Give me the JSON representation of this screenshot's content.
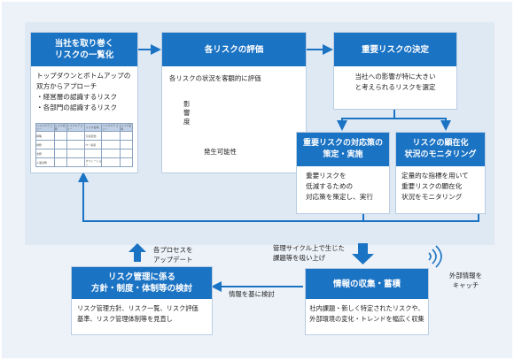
{
  "boxes": {
    "overview": {
      "title_line1": "当社を取り巻く",
      "title_line2": "リスクの一覧化",
      "body": [
        "トップダウンとボトムアップの",
        "双方からアプローチ",
        "・経営層の認識するリスク",
        "・各部門の認識するリスク"
      ]
    },
    "evaluation": {
      "title": "各リスクの評価",
      "body": "各リスクの状況を客観的に評価",
      "ylabel": [
        "影",
        "響",
        "度"
      ],
      "xlabel": "発生可能性"
    },
    "decision": {
      "title": "重要リスクの決定",
      "body": [
        "当社への影響が特に大きい",
        "と考えられるリスクを選定"
      ]
    },
    "countermeasure": {
      "title_line1": "重要リスクの対応策の",
      "title_line2": "策定・実施",
      "body": [
        "重要リスクを",
        "低減するための",
        "対応策を策定し、実行"
      ]
    },
    "monitoring": {
      "title_line1": "リスクの顕在化",
      "title_line2": "状況のモニタリング",
      "body": [
        "定量的な指標を用いて",
        "重要リスクの顕在化",
        "状況をモニタリング"
      ]
    },
    "policy": {
      "title_line1": "リスク管理に係る",
      "title_line2": "方針・制度・体制等の検討",
      "body": [
        "リスク管理方針、リスク一覧、リスク評価",
        "基準、リスク管理体制等を見直し"
      ]
    },
    "collection": {
      "title": "情報の収集・蓄積",
      "body": [
        "社内課題・新しく特定されたリスクや、",
        "外部環境の変化・トレンドを幅広く収集"
      ]
    }
  },
  "mini_table": {
    "headers": [
      "リスクカテゴリー",
      "リスク名称",
      "リスクカテゴリー",
      "リスク名称",
      "リスクカテゴリー",
      "リスク名称"
    ],
    "rows": [
      [
        "戦略",
        "",
        "",
        "気候変動",
        "",
        ""
      ],
      [
        "財務",
        "",
        "",
        "IT・情報",
        "",
        ""
      ],
      [
        "法務",
        "",
        "",
        "",
        "",
        ""
      ],
      [
        "人事労務",
        "",
        "",
        "オペレーション",
        "",
        ""
      ]
    ]
  },
  "labels": {
    "update": [
      "各プロセスを",
      "アップデート"
    ],
    "absorb": [
      "管理サイクル上で生じた",
      "課題等を吸い上げ"
    ],
    "review": "情報を基に検討",
    "external": [
      "外部情報を",
      "キャッチ"
    ]
  },
  "colors": {
    "accent": "#1b73c4",
    "outer_bg": "#edf2f8",
    "inner_bg": "#dfe9f4",
    "grid_dark": "#a9c6e8",
    "grid_light": "#d9e7f6"
  }
}
